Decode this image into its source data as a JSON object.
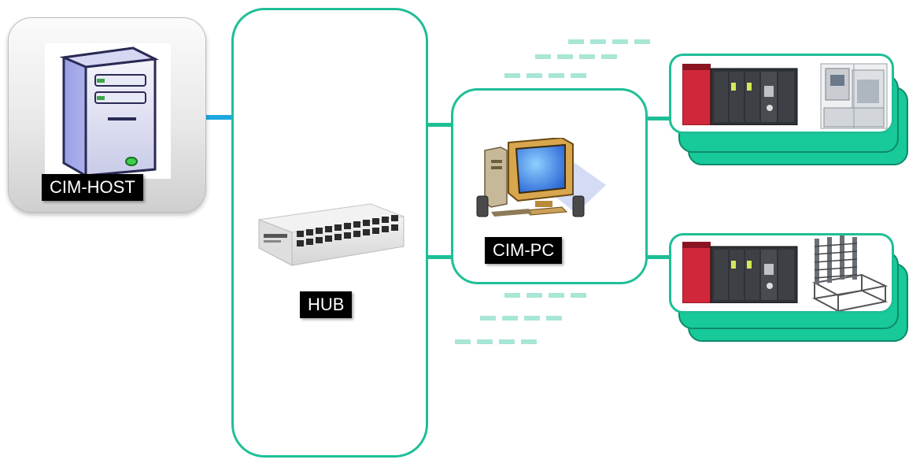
{
  "nodes": {
    "host": {
      "label": "CIM-HOST",
      "icon": "server-tower-icon"
    },
    "hub": {
      "label": "HUB",
      "icon": "network-switch-icon"
    },
    "pc": {
      "label": "CIM-PC",
      "icon": "desktop-computer-icon"
    },
    "equipment_top": {
      "icons": [
        "plc-rack-icon",
        "machine-cell-icon"
      ]
    },
    "equipment_bottom": {
      "icons": [
        "plc-rack-icon",
        "storage-rack-icon"
      ]
    }
  },
  "colors": {
    "link_host": "#1ea8e0",
    "accent": "#1ebf96",
    "stack_fill": "#18c99a",
    "dash": "#a8e6d6",
    "label_bg": "#000000",
    "label_fg": "#ffffff"
  }
}
